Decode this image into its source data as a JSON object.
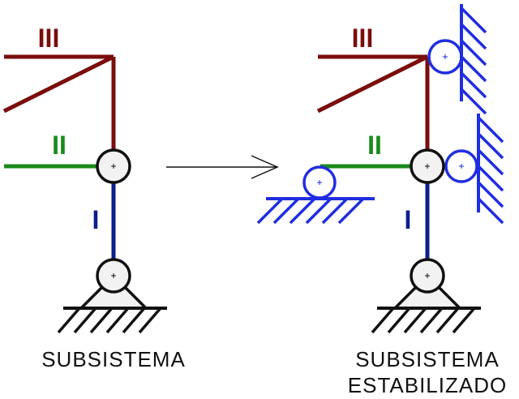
{
  "colors": {
    "member_III": "#7a0d0d",
    "member_II": "#1a8a1a",
    "member_I": "#0d1f8a",
    "added_supports": "#1f2ee0",
    "structure": "#111111",
    "hinge_fill": "#f2f2f2"
  },
  "left_diagram": {
    "label_III": "III",
    "label_II": "II",
    "label_I": "I",
    "caption": "SUBSISTEMA"
  },
  "right_diagram": {
    "label_III": "III",
    "label_II": "II",
    "label_I": "I",
    "caption_line1": "SUBSISTEMA",
    "caption_line2": "ESTABILIZADO"
  },
  "arrow_icon": "right-arrow-icon"
}
